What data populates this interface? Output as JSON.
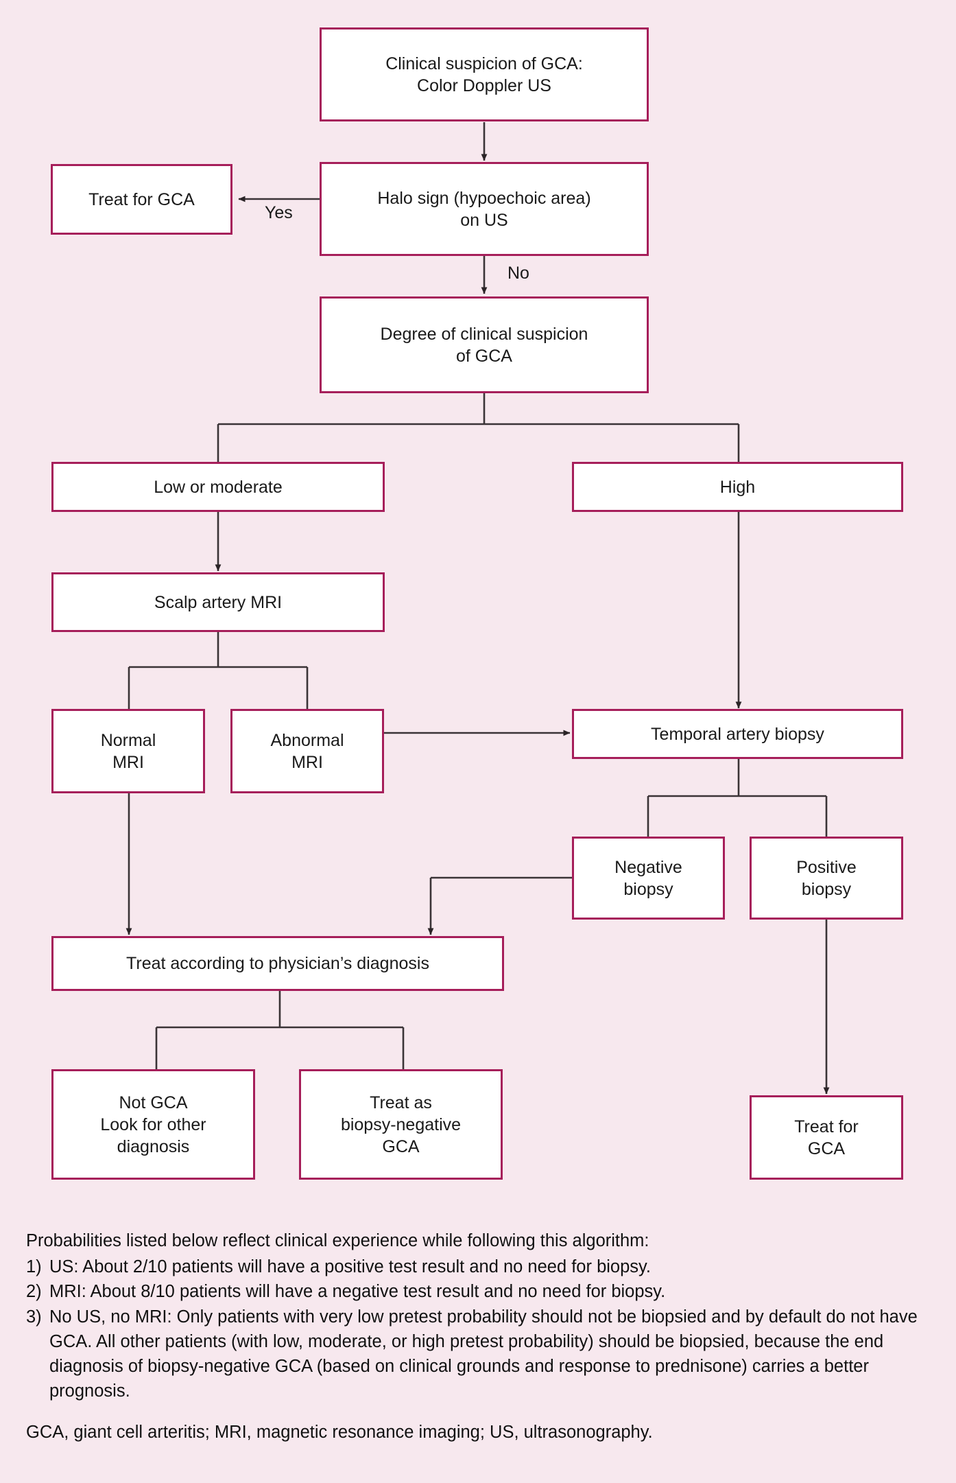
{
  "theme": {
    "background": "#f7e8ee",
    "box_border": "#a61e5a",
    "box_fill": "#ffffff",
    "connector": "#3a3336",
    "text": "#1a1a1a"
  },
  "flowchart": {
    "type": "clinical-algorithm",
    "nodes": {
      "clinical_suspicion": "Clinical suspicion of GCA:\nColor Doppler US",
      "treat_for_gca_top": "Treat for GCA",
      "halo_sign": "Halo sign (hypoechoic area)\non US",
      "degree_suspicion": "Degree of clinical suspicion\nof GCA",
      "low_moderate": "Low or moderate",
      "high": "High",
      "scalp_artery_mri": "Scalp artery MRI",
      "normal_mri": "Normal\nMRI",
      "abnormal_mri": "Abnormal\nMRI",
      "temporal_artery_biopsy": "Temporal artery biopsy",
      "negative_biopsy": "Negative\nbiopsy",
      "positive_biopsy": "Positive\nbiopsy",
      "treat_physician_diagnosis": "Treat according to physician’s diagnosis",
      "not_gca": "Not GCA\nLook for other\ndiagnosis",
      "treat_biopsy_negative": "Treat as\nbiopsy-negative\nGCA",
      "treat_for_gca_bottom": "Treat for\nGCA"
    },
    "edge_labels": {
      "yes": "Yes",
      "no": "No"
    }
  },
  "footnotes": {
    "lead": "Probabilities listed below reflect clinical experience while following this algorithm:",
    "items": [
      {
        "number": "1)",
        "text": "US: About 2/10 patients will have a positive test result and no need for biopsy."
      },
      {
        "number": "2)",
        "text": "MRI: About 8/10 patients will have a negative test result and no need for biopsy."
      },
      {
        "number": "3)",
        "text": "No US, no MRI: Only patients with very low pretest probability should not be biopsied and by default do not have GCA. All other patients (with low, moderate, or high pretest probability) should be biopsied, because the end diagnosis of biopsy-negative GCA (based on clinical grounds and response to prednisone) carries a better prognosis."
      }
    ]
  },
  "abbreviations": "GCA, giant cell arteritis; MRI, magnetic resonance imaging; US, ultrasonography."
}
